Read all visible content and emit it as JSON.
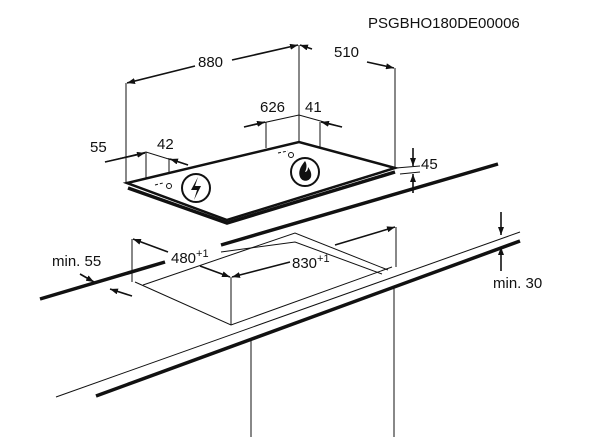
{
  "diagram": {
    "reference_code": "PSGBHO180DE00006",
    "hob_dimensions": {
      "width": "880",
      "depth": "510",
      "height": "45",
      "burner_offset_x": "626",
      "burner_offset_y": "41",
      "connection_offset_x": "55",
      "connection_offset_y": "42"
    },
    "cutout_dimensions": {
      "depth": "480",
      "depth_tolerance": "+1",
      "width": "830",
      "width_tolerance": "+1",
      "min_front_distance": "min. 55",
      "min_worktop_thickness": "min. 30"
    },
    "icons": [
      "electric-connection-icon",
      "gas-flame-icon"
    ]
  }
}
